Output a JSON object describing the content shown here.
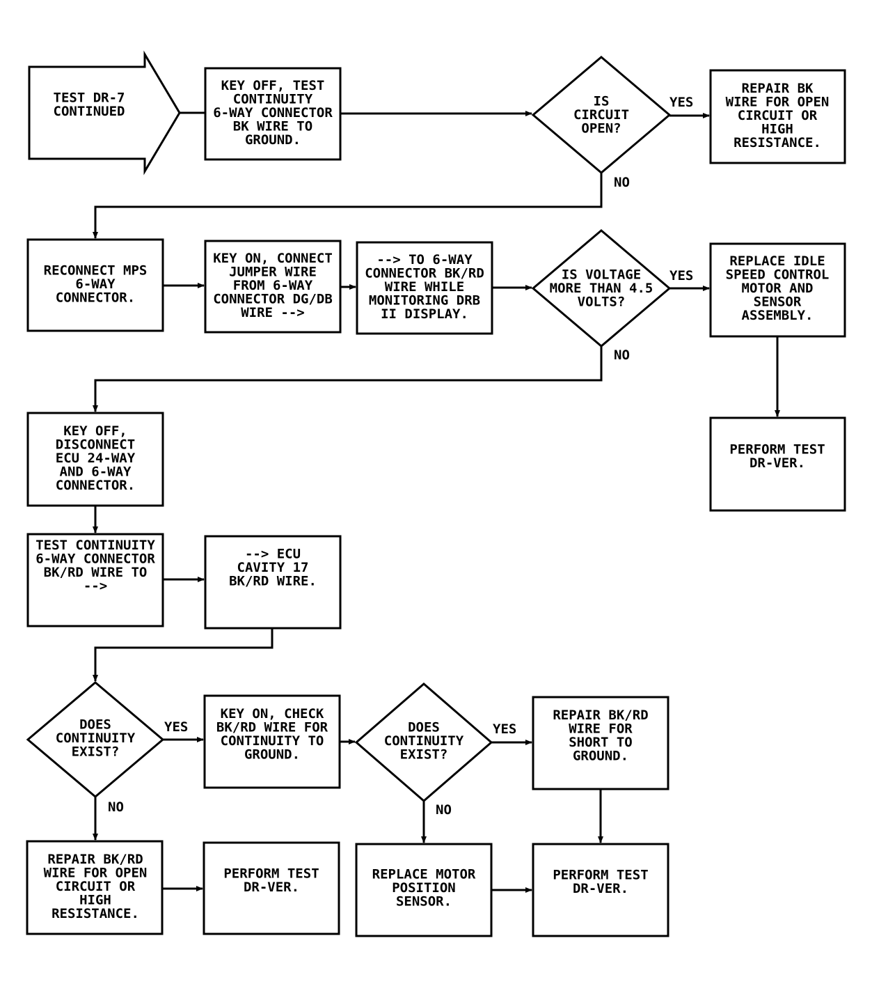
{
  "nodes": {
    "start": [
      "TEST DR-7",
      "CONTINUED"
    ],
    "b1": [
      "KEY OFF, TEST",
      "CONTINUITY",
      "6-WAY CONNECTOR",
      "BK WIRE TO",
      "GROUND."
    ],
    "d1": [
      "IS",
      "CIRCUIT",
      "OPEN?"
    ],
    "b2": [
      "REPAIR BK",
      "WIRE FOR OPEN",
      "CIRCUIT OR",
      "HIGH",
      "RESISTANCE."
    ],
    "b3": [
      "RECONNECT MPS",
      "6-WAY",
      "CONNECTOR."
    ],
    "b4": [
      "KEY ON, CONNECT",
      "JUMPER WIRE",
      "FROM 6-WAY",
      "CONNECTOR DG/DB",
      "WIRE -->"
    ],
    "b5": [
      "--> TO 6-WAY",
      "CONNECTOR BK/RD",
      "WIRE WHILE",
      "MONITORING DRB",
      "II DISPLAY."
    ],
    "d2": [
      "IS VOLTAGE",
      "MORE THAN 4.5",
      "VOLTS?"
    ],
    "b6": [
      "REPLACE IDLE",
      "SPEED CONTROL",
      "MOTOR AND",
      "SENSOR",
      "ASSEMBLY."
    ],
    "b7": [
      "PERFORM TEST",
      "DR-VER."
    ],
    "b8": [
      "KEY OFF,",
      "DISCONNECT",
      "ECU 24-WAY",
      "AND 6-WAY",
      "CONNECTOR."
    ],
    "b9": [
      "TEST CONTINUITY",
      "6-WAY CONNECTOR",
      "BK/RD WIRE TO",
      "-->"
    ],
    "b10": [
      "--> ECU",
      "CAVITY 17",
      "BK/RD WIRE."
    ],
    "d3": [
      "DOES",
      "CONTINUITY",
      "EXIST?"
    ],
    "b11": [
      "KEY ON, CHECK",
      "BK/RD WIRE FOR",
      "CONTINUITY TO",
      "GROUND."
    ],
    "d4": [
      "DOES",
      "CONTINUITY",
      "EXIST?"
    ],
    "b12": [
      "REPAIR BK/RD",
      "WIRE FOR",
      "SHORT TO",
      "GROUND."
    ],
    "b13": [
      "REPAIR BK/RD",
      "WIRE FOR OPEN",
      "CIRCUIT OR",
      "HIGH",
      "RESISTANCE."
    ],
    "b14": [
      "PERFORM TEST",
      "DR-VER."
    ],
    "b15": [
      "REPLACE MOTOR",
      "POSITION",
      "SENSOR."
    ],
    "b16": [
      "PERFORM TEST",
      "DR-VER."
    ]
  },
  "labels": {
    "d1_yes": "YES",
    "d1_no": "NO",
    "d2_yes": "YES",
    "d2_no": "NO",
    "d3_yes": "YES",
    "d3_no": "NO",
    "d4_yes": "YES",
    "d4_no": "NO"
  }
}
